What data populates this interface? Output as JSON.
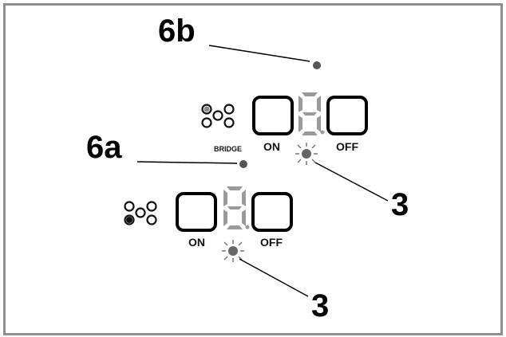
{
  "callouts": {
    "label_6b": "6b",
    "label_6a": "6a",
    "label_3_upper": "3",
    "label_3_lower": "3"
  },
  "panel_upper": {
    "on_label": "ON",
    "off_label": "OFF",
    "bridge_label": "BRIDGE"
  },
  "panel_lower": {
    "on_label": "ON",
    "off_label": "OFF"
  },
  "colors": {
    "frame": "#8e8e8e",
    "indicator_dot": "#555555",
    "led_light": "#666666",
    "segment_digit": "#9a9a9a",
    "button_outline": "#000000"
  },
  "icons": {
    "zone_icon": "burner-zones-icon",
    "status_led": "sunburst-led-icon",
    "digit_display": "seven-segment-digit-icon"
  }
}
